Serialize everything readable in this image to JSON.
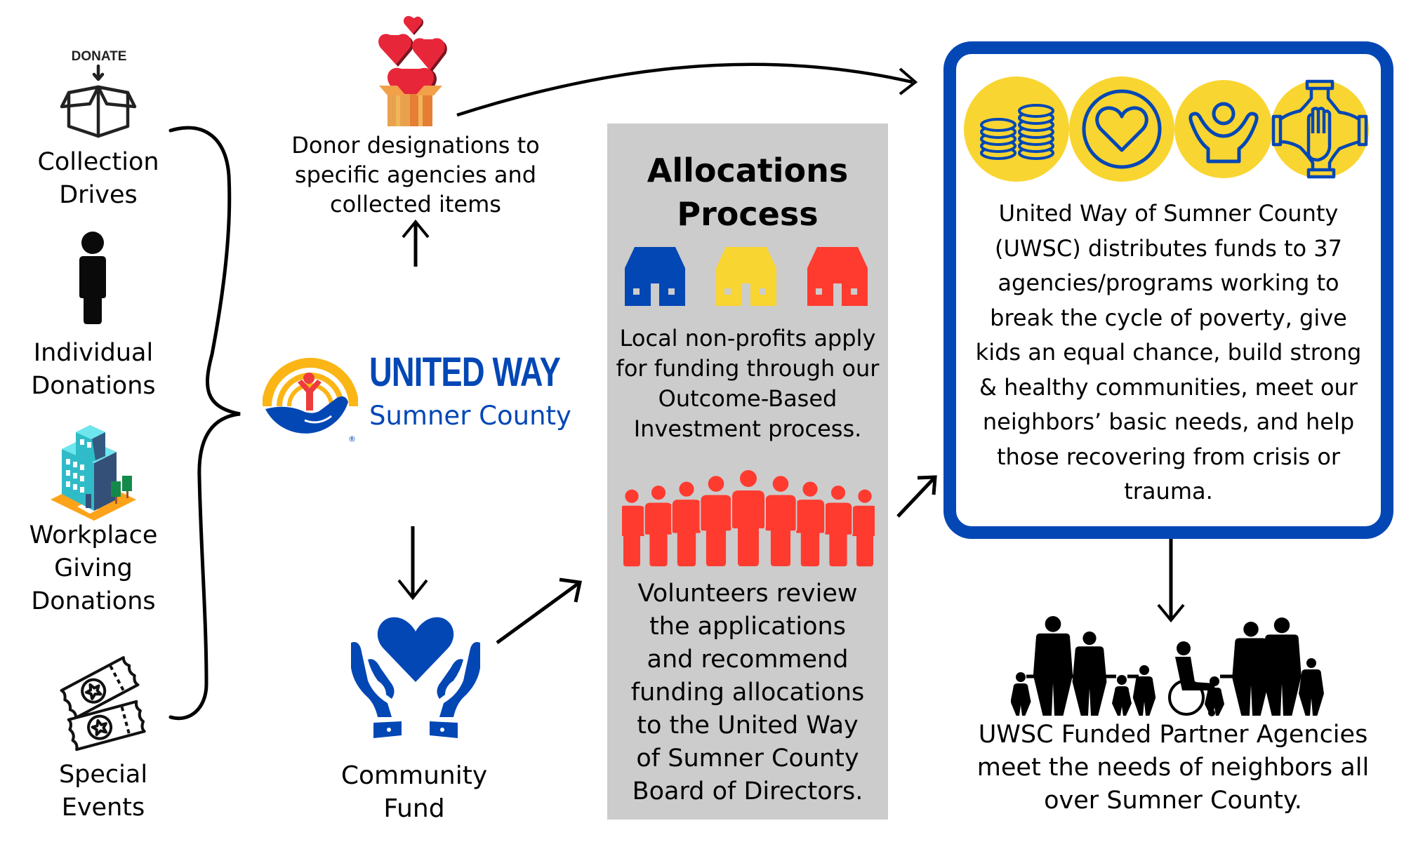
{
  "sources": {
    "collection_drives": {
      "icon_tag": "DONATE",
      "label_lines": [
        "Collection",
        "Drives"
      ]
    },
    "individual_donations": {
      "label_lines": [
        "Individual",
        "Donations"
      ]
    },
    "workplace_giving": {
      "label_lines": [
        "Workplace",
        "Giving",
        "Donations"
      ]
    },
    "special_events": {
      "label_lines": [
        "Special",
        "Events"
      ]
    }
  },
  "donor_designations": {
    "label_lines": [
      "Donor designations to",
      "specific agencies and",
      "collected items"
    ]
  },
  "logo": {
    "name": "UNITED WAY",
    "subname": "Sumner County",
    "registered_mark": "®"
  },
  "community_fund": {
    "label_lines": [
      "Community",
      "Fund"
    ]
  },
  "allocations": {
    "title_lines": [
      "Allocations",
      "Process"
    ],
    "step1_lines": [
      "Local non-profits apply",
      "for funding through our",
      "Outcome-Based",
      "Investment process."
    ],
    "step2_lines": [
      "Volunteers review",
      "the applications",
      "and recommend",
      "funding allocations",
      "to the United Way",
      "of Sumner County",
      "Board of Directors."
    ],
    "house_colors": [
      "#0347b5",
      "#f9d531",
      "#ff3b30"
    ],
    "volunteer_color": "#ff3b30"
  },
  "uwsc_box": {
    "icons": [
      "coins-icon",
      "heart-circle-icon",
      "person-cheering-icon",
      "hands-together-icon"
    ],
    "text_lines": [
      "United Way of Sumner County",
      "(UWSC) distributes funds to 37",
      "agencies/programs working to",
      "break the cycle of poverty, give",
      "kids an equal chance, build strong",
      "& healthy communities, meet our",
      "neighbors’ basic needs, and help",
      "those recovering from crisis or",
      "trauma."
    ]
  },
  "partner_agencies": {
    "label_lines": [
      "UWSC Funded Partner Agencies",
      "meet the needs of neighbors all",
      "over Sumner County."
    ]
  },
  "colors": {
    "brand_blue": "#0347b5",
    "brand_yellow": "#f9d531",
    "accent_red": "#ff3b30",
    "panel_gray": "#cccccc",
    "logo_orange": "#fbb515"
  }
}
